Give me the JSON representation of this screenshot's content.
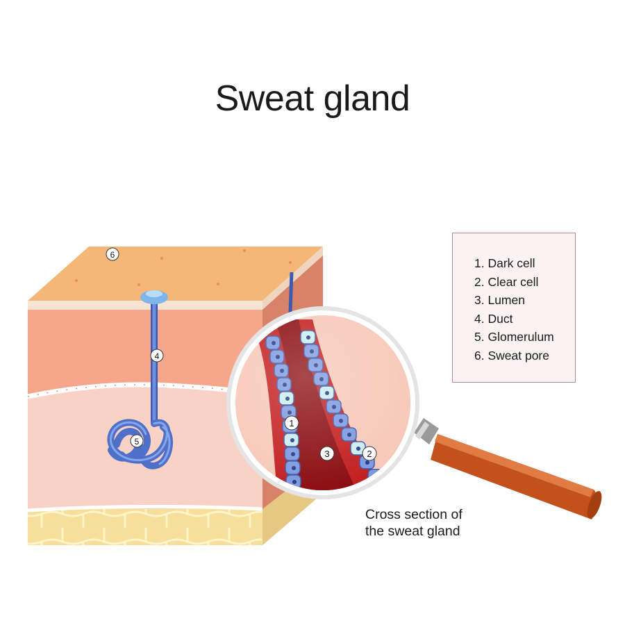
{
  "title": "Sweat gland",
  "legend": {
    "items": [
      "1. Dark cell",
      "2. Clear cell",
      "3. Lumen",
      "4. Duct",
      "5. Glomerulum",
      "6. Sweat pore"
    ]
  },
  "markers": {
    "dark_cell": "1",
    "clear_cell": "2",
    "lumen": "3",
    "duct": "4",
    "glomerulum": "5",
    "sweat_pore": "6"
  },
  "caption": {
    "line1": "Cross section of",
    "line2": "the sweat gland"
  },
  "colors": {
    "epidermis_top": "#f4b777",
    "dermis": "#f6a68b",
    "hypodermis": "#f8d2c6",
    "fat": "#f7e3a1",
    "duct_blue": "#5b7fd1",
    "lumen_red": "#8a0c10",
    "handle": "#c2511b"
  }
}
